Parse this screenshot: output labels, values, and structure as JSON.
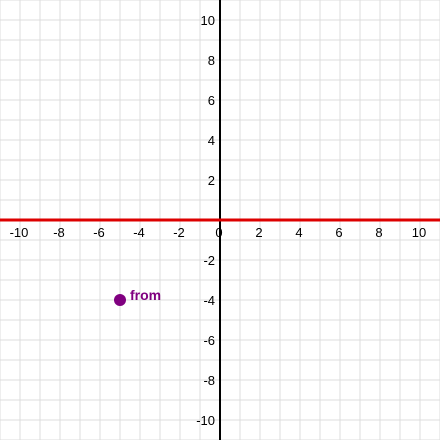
{
  "chart_data": {
    "type": "scatter",
    "xlim": [
      -11,
      11
    ],
    "ylim": [
      -11,
      11
    ],
    "grid": true,
    "x_ticks": [
      -10,
      -8,
      -6,
      -4,
      -2,
      0,
      2,
      4,
      6,
      8,
      10
    ],
    "y_ticks": [
      -10,
      -8,
      -6,
      -4,
      -2,
      2,
      4,
      6,
      8,
      10
    ],
    "x_tick_labels": [
      "-10",
      "-8",
      "-6",
      "-4",
      "-2",
      "0",
      "2",
      "4",
      "6",
      "8",
      "10"
    ],
    "y_tick_labels": [
      "-10",
      "-8",
      "-6",
      "-4",
      "-2",
      "2",
      "4",
      "6",
      "8",
      "10"
    ],
    "points": [
      {
        "x": -5,
        "y": -4,
        "label": "from",
        "color": "#800080"
      }
    ],
    "lines": [
      {
        "type": "horizontal",
        "y": 0,
        "color": "#dd0000"
      }
    ],
    "colors": {
      "grid": "#dcdcdc",
      "axis": "#000000"
    }
  }
}
